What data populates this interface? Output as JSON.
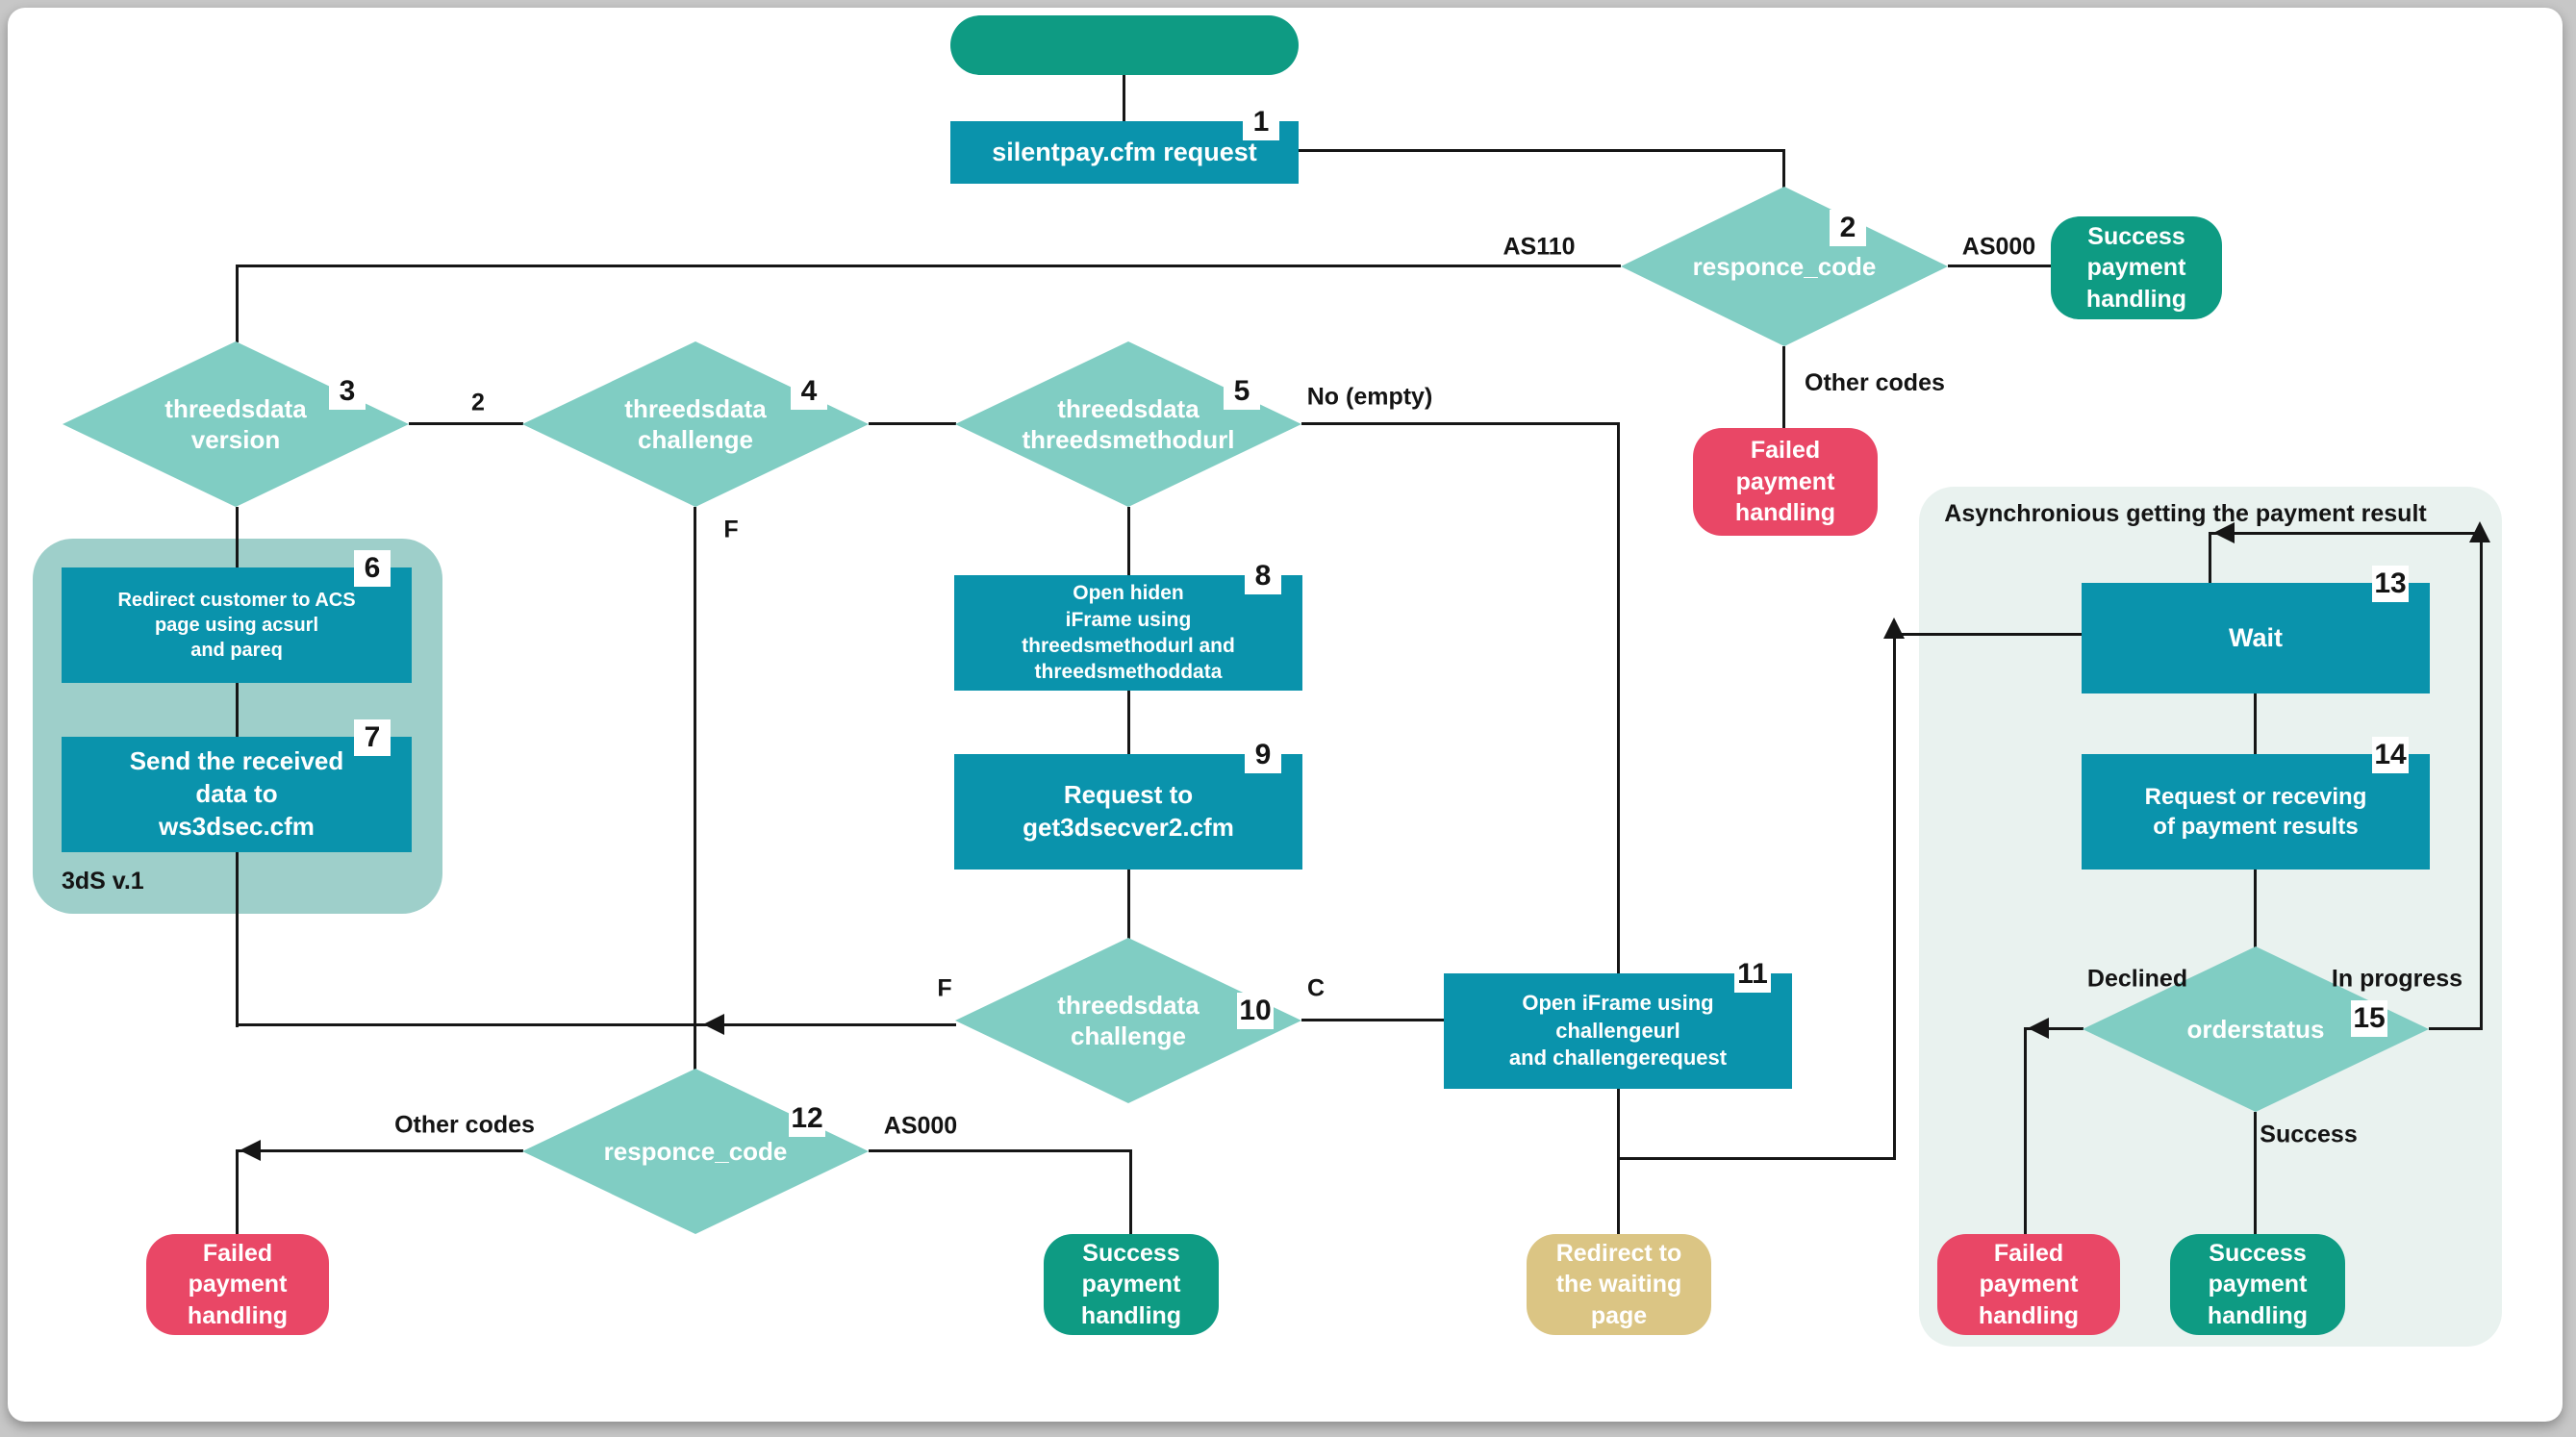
{
  "colors": {
    "process_box": "#0a93ac",
    "diamond": "#80cdc3",
    "container_3ds": "#9ecfca",
    "success_green": "#0e9b83",
    "failed_pink": "#e94766",
    "redirect_tan": "#dbc584",
    "panel_mint": "#e9f2ef",
    "line": "#161616"
  },
  "panel_title": "Asynchronious getting the payment result",
  "container_label": "3dS v.1",
  "nodes": {
    "silentpay": {
      "num": "1",
      "label": "silentpay.cfm request"
    },
    "responce_code_top": {
      "num": "2",
      "label": "responce_code"
    },
    "success_top": {
      "label": "Success\npayment\nhandling"
    },
    "failed_top": {
      "label": "Failed\npayment\nhandling"
    },
    "threeds_version": {
      "num": "3",
      "label": "threedsdata\nversion"
    },
    "threeds_challenge": {
      "num": "4",
      "label": "threedsdata\nchallenge"
    },
    "threeds_methodurl": {
      "num": "5",
      "label": "threedsdata\nthreedsmethodurl"
    },
    "redirect_acs": {
      "num": "6",
      "label": "Redirect customer to ACS\npage using acsurl\nand pareq"
    },
    "send_ws3dsec": {
      "num": "7",
      "label": "Send the received\ndata to\nws3dsec.cfm"
    },
    "open_hidden_iframe": {
      "num": "8",
      "label": "Open hiden\niFrame using\nthreedsmethodurl and\nthreedsmethoddata"
    },
    "request_get3dsecver2": {
      "num": "9",
      "label": "Request to\nget3dsecver2.cfm"
    },
    "threeds_challenge_2": {
      "num": "10",
      "label": "threedsdata\nchallenge"
    },
    "open_iframe_challenge": {
      "num": "11",
      "label": "Open iFrame using\nchallengeurl\nand challengerequest"
    },
    "responce_code_bottom": {
      "num": "12",
      "label": "responce_code"
    },
    "failed_bottom_left": {
      "label": "Failed\npayment\nhandling"
    },
    "success_bottom": {
      "label": "Success\npayment\nhandling"
    },
    "redirect_waiting": {
      "label": "Redirect to\nthe waiting\npage"
    },
    "wait": {
      "num": "13",
      "label": "Wait"
    },
    "request_results": {
      "num": "14",
      "label": "Request or receving\nof payment results"
    },
    "orderstatus": {
      "num": "15",
      "label": "orderstatus"
    },
    "failed_bottom_right": {
      "label": "Failed\npayment\nhandling"
    },
    "success_bottom_right": {
      "label": "Success\npayment\nhandling"
    }
  },
  "edge_labels": {
    "as110": "AS110",
    "as000_top": "AS000",
    "other_codes_top": "Other codes",
    "version2": "2",
    "no_empty": "No (empty)",
    "f_challenge": "F",
    "f_challenge2": "F",
    "c_challenge2": "C",
    "other_codes_bottom": "Other codes",
    "as000_bottom": "AS000",
    "declined": "Declined",
    "in_progress": "In progress",
    "success": "Success"
  }
}
